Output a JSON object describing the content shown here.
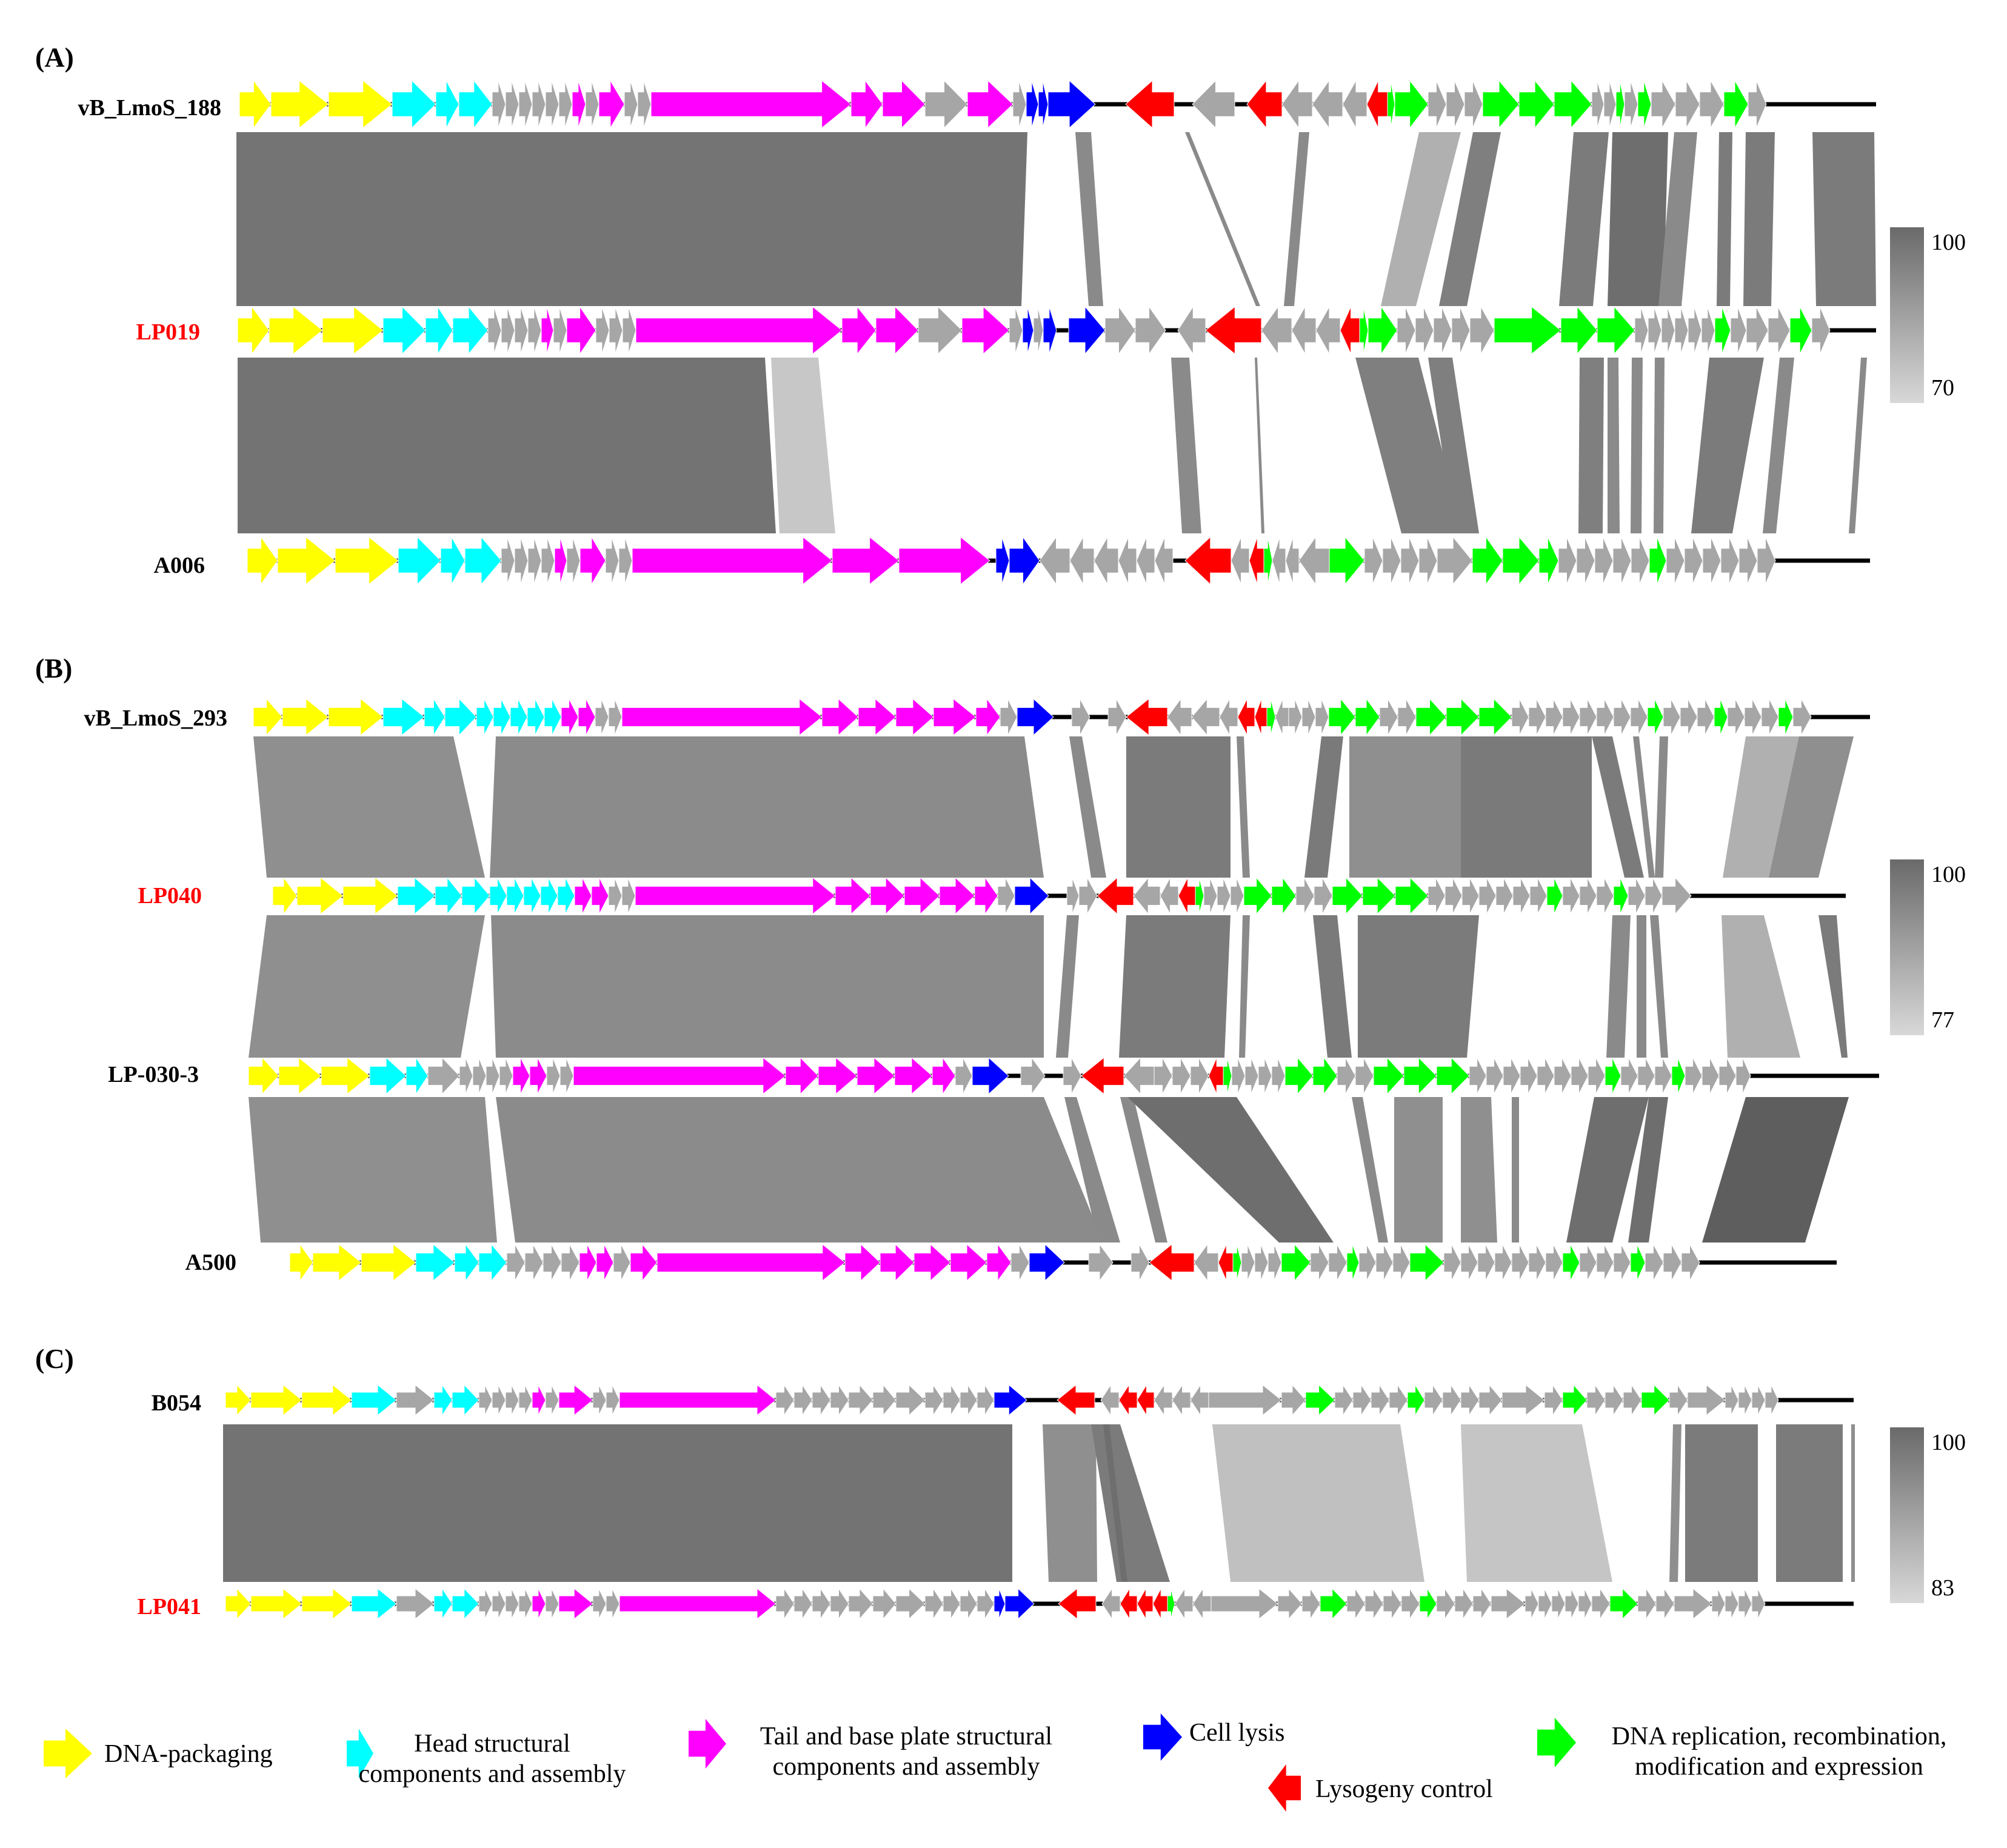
{
  "colors": {
    "dna_packaging": "#ffff00",
    "head": "#00ffff",
    "tail": "#ff00ff",
    "lysis": "#0000ff",
    "lysogeny": "#ff0000",
    "replication": "#00ff00",
    "hypothetical": "#a6a6a6",
    "backbone": "#000000",
    "ref_label": "#ff0000",
    "label": "#000000"
  },
  "legend": [
    {
      "key": "dna_packaging",
      "lines": [
        "DNA-packaging"
      ],
      "dir": "right"
    },
    {
      "key": "head",
      "lines": [
        "Head structural",
        "components and assembly"
      ],
      "dir": "right"
    },
    {
      "key": "tail",
      "lines": [
        "Tail and base plate structural",
        "components and assembly"
      ],
      "dir": "right"
    },
    {
      "key": "lysis",
      "lines": [
        "Cell lysis"
      ],
      "dir": "right"
    },
    {
      "key": "lysogeny",
      "lines": [
        "Lysogeny control"
      ],
      "dir": "left"
    },
    {
      "key": "replication",
      "lines": [
        "DNA replication, recombination,",
        "modification and expression"
      ],
      "dir": "right"
    }
  ],
  "panels": [
    {
      "label": "(A)",
      "scale": {
        "max": "100",
        "min": "70"
      },
      "genomes": [
        {
          "name": "vB_LmoS_188",
          "highlight": false
        },
        {
          "name": "LP019",
          "highlight": true
        },
        {
          "name": "A006",
          "highlight": false
        }
      ]
    },
    {
      "label": "(B)",
      "scale": {
        "max": "100",
        "min": "77"
      },
      "genomes": [
        {
          "name": "vB_LmoS_293",
          "highlight": false
        },
        {
          "name": "LP040",
          "highlight": true
        },
        {
          "name": "LP-030-3",
          "highlight": false
        },
        {
          "name": "A500",
          "highlight": false
        }
      ]
    },
    {
      "label": "(C)",
      "scale": {
        "max": "100",
        "min": "83"
      },
      "genomes": [
        {
          "name": "B054",
          "highlight": false
        },
        {
          "name": "LP041",
          "highlight": true
        }
      ]
    }
  ]
}
